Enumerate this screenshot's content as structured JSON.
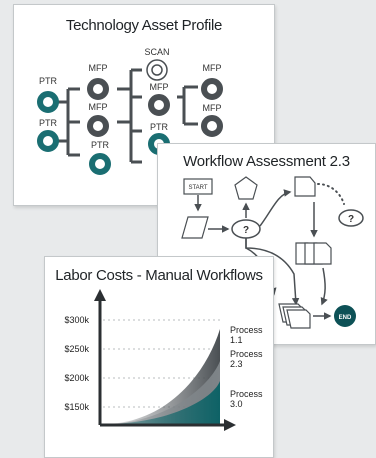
{
  "colors": {
    "teal": "#1a6e72",
    "dark": "#4a4f53",
    "accent_dark": "#0d5156"
  },
  "asset_profile": {
    "title": "Technology Asset Profile",
    "labels": {
      "scan": "SCAN",
      "mfp": "MFP",
      "ptr": "PTR"
    }
  },
  "workflow": {
    "title": "Workflow Assessment 2.3",
    "start_label": "START",
    "decision_label": "?",
    "end_label": "END"
  },
  "labor": {
    "title": "Labor Costs - Manual Workflows",
    "y_ticks": [
      "$300k",
      "$250k",
      "$200k",
      "$150k"
    ],
    "series": [
      {
        "name_line1": "Process",
        "name_line2": "1.1"
      },
      {
        "name_line1": "Process",
        "name_line2": "2.3"
      },
      {
        "name_line1": "Process",
        "name_line2": "3.0"
      }
    ]
  }
}
